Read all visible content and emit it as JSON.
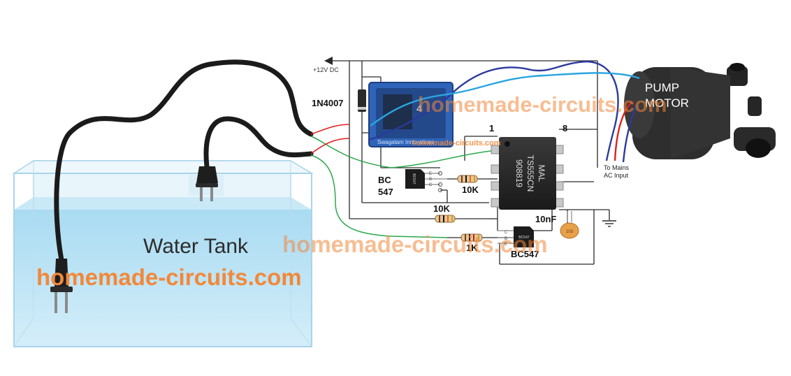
{
  "supply_label": "+12V DC",
  "diode_label": "1N4007",
  "relay_brand": "Swagatam Innovations",
  "relay_pin": "4",
  "ic": {
    "pin1": "1",
    "pin8": "8",
    "marking1": "MAL",
    "marking2": "TS555CN",
    "marking3": "908819"
  },
  "transistor_top": {
    "line1": "BC",
    "line2": "547",
    "body_text": "BC547"
  },
  "transistor_bottom": {
    "label": "BC547",
    "body_text": "BC547"
  },
  "pin_letters": {
    "e": "E",
    "b": "B",
    "c": "C"
  },
  "resistors": {
    "r1": "10K",
    "r2": "10K",
    "r3": "1K"
  },
  "capacitor": {
    "label": "10nF",
    "body_text": "103"
  },
  "motor": {
    "line1": "PUMP",
    "line2": "MOTOR"
  },
  "mains": {
    "line1": "To Mains",
    "line2": "AC Input"
  },
  "tank_label": "Water Tank",
  "watermark": "homemade-circuits.com",
  "colors": {
    "wire": "#2a2a2a",
    "green_wire": "#2aa84a",
    "red_wire": "#e02020",
    "blue_wire": "#2b3a9e",
    "light_blue_wire": "#2aa5e0",
    "water": "#bfe3f5",
    "relay_blue": "#2f64b8",
    "watermark": "#f2883a"
  }
}
